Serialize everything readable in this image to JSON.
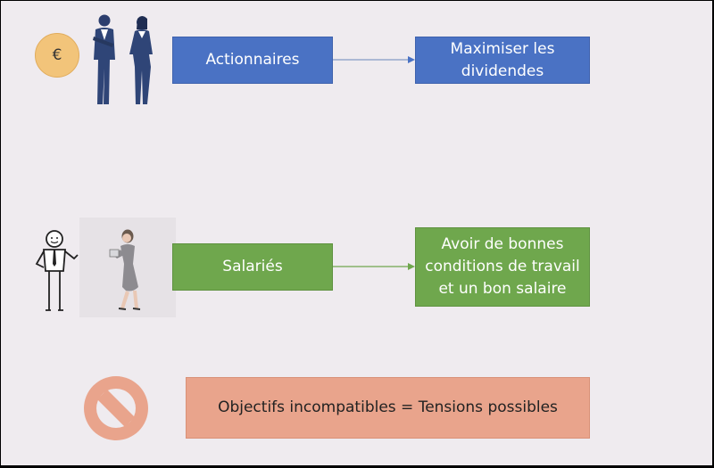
{
  "slide": {
    "currency_symbol": "€",
    "groups": [
      {
        "label": "Actionnaires",
        "objective": "Maximiser les dividendes",
        "color": "#4a72c4"
      },
      {
        "label": "Salariés",
        "objective": "Avoir de bonnes conditions de travail et un bon salaire",
        "color": "#6fa74d"
      }
    ],
    "conclusion": "Objectifs incompatibles = Tensions possibles",
    "conclusion_color": "#e9a48c",
    "icons": {
      "coin": "euro-coin-icon",
      "shareholders": "businesspeople-icon",
      "employees": "employees-icon",
      "forbidden": "prohibited-icon"
    }
  }
}
